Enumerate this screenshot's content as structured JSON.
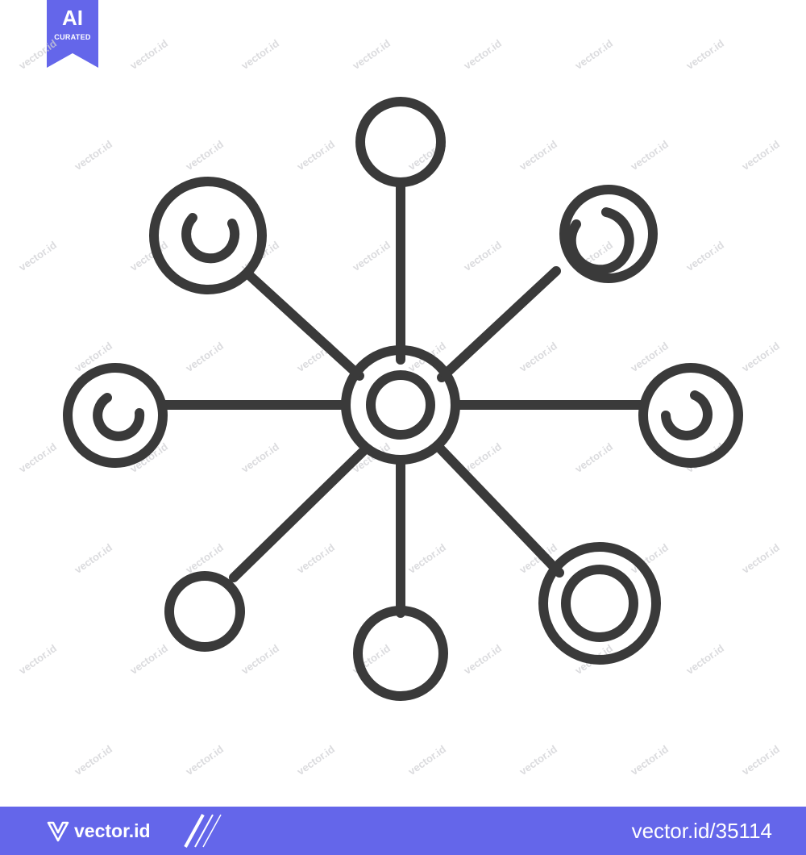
{
  "badge": {
    "label": "AI",
    "sublabel": "CURATED",
    "color": "#6466ea"
  },
  "icon": {
    "name": "network-hub-icon",
    "stroke_color": "#3a3a3a"
  },
  "watermark": {
    "text": "vector.id",
    "color": "#cfd0d3"
  },
  "footer": {
    "background": "#6466ea",
    "logo_text": "vector.id",
    "url_text": "vector.id/35114"
  }
}
